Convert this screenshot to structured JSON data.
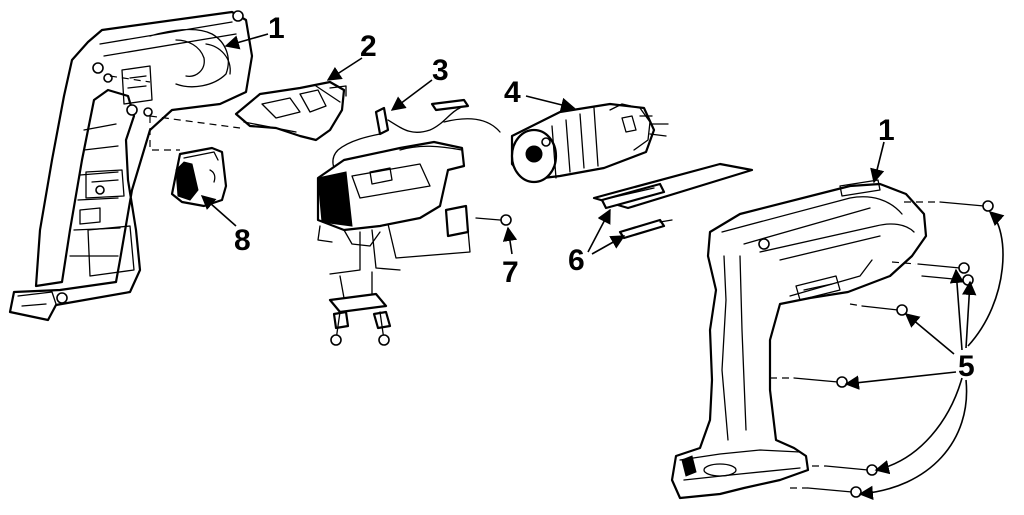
{
  "diagram": {
    "callouts": {
      "c1a": "1",
      "c2": "2",
      "c3": "3",
      "c4": "4",
      "c1b": "1",
      "c8": "8",
      "c7": "7",
      "c6": "6",
      "c5": "5"
    }
  }
}
